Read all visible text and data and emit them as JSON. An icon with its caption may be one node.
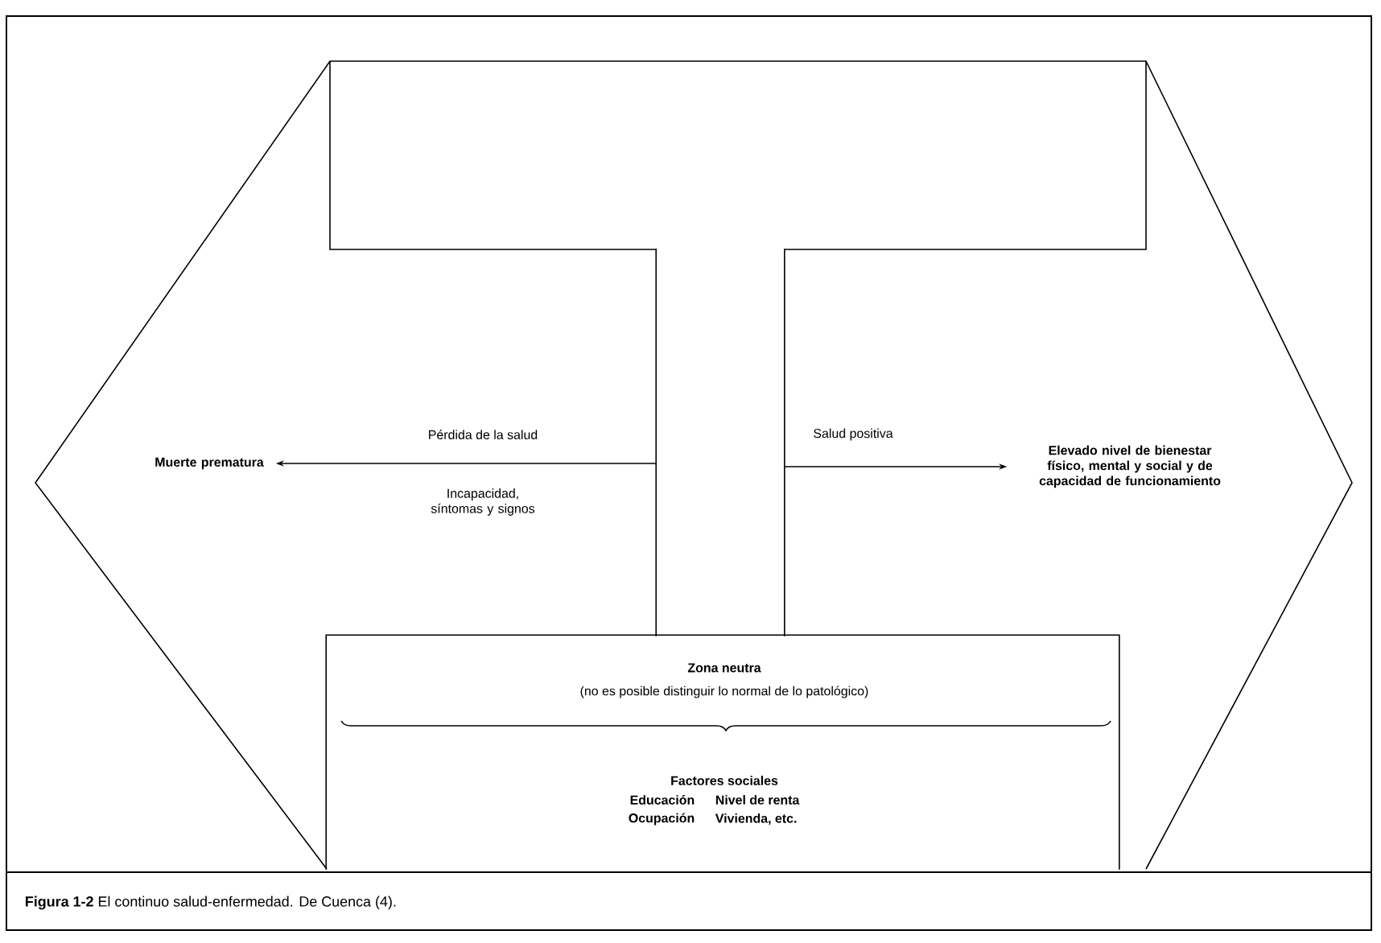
{
  "diagram": {
    "caption": "**Figura 1-2** El continuo salud-enfermedad. De Cuenca (4).",
    "nodes": [
      {
        "text": [
          "Muerte prematura"
        ]
      },
      {
        "text": [
          "Elevado nivel de bienestar físico, mental y social y de capacidad de funcionamiento"
        ]
      },
      {
        "text": [],
        "shape": "box"
      },
      {
        "text": [
          "Zona neutra",
          "(no es posible distinguir lo normal de lo patológico)",
          "Factores sociales",
          "Educación",
          "Nivel de renta",
          "Ocupación",
          "Vivienda, etc."
        ]
      }
    ],
    "edges": [
      {
        "from": 2,
        "to": 0,
        "arrow": "to",
        "label": "Pérdida de la salud"
      },
      {
        "from": 2,
        "to": 1,
        "arrow": "to",
        "label": "Salud positiva"
      }
    ],
    "labels": [
      "Incapacidad, síntomas y signos"
    ]
  }
}
